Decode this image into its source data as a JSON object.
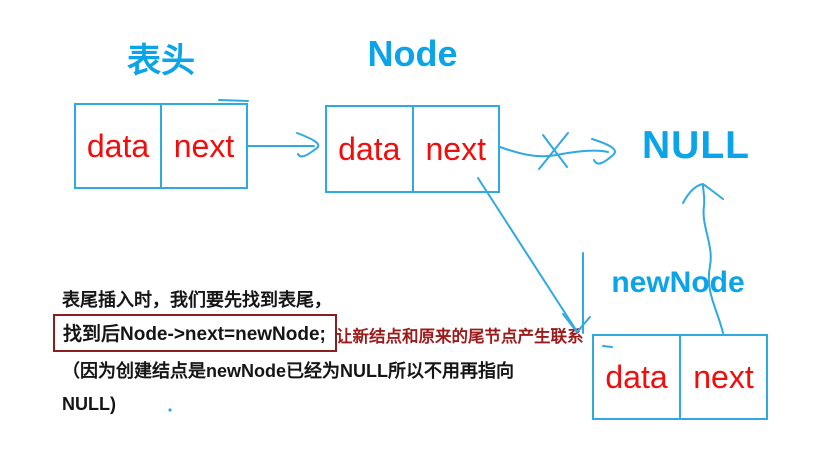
{
  "labels": {
    "head": "表头",
    "node": "Node",
    "null_text": "NULL",
    "new_node": "newNode"
  },
  "nodes": [
    {
      "id": "head-node",
      "cells": [
        "data",
        "next"
      ]
    },
    {
      "id": "tail-node",
      "cells": [
        "data",
        "next"
      ]
    },
    {
      "id": "new-node",
      "cells": [
        "data",
        "next"
      ]
    }
  ],
  "notes": {
    "line1": "表尾插入时，我们要先找到表尾，",
    "boxed_code": "找到后Node->next=newNode;",
    "side_note": "让新结点和原来的尾节点产生联系",
    "line3": "（因为创建结点是newNode已经为NULL所以不用再指向",
    "line4": "NULL)"
  },
  "colors": {
    "label_blue": "#0ba4e8",
    "ink_blue": "#2fa9e2",
    "cell_text_red": "#f20d0d",
    "code_box_border": "#8b1e1e",
    "side_note_red": "#9b1b1b",
    "body_text_black": "#151515"
  },
  "icons": {
    "arrows": [
      "head-next-to-node-arrow",
      "node-next-to-null-arrow-crossed-out",
      "node-next-to-newnode-arrow",
      "newnode-next-to-null-arrow"
    ]
  }
}
